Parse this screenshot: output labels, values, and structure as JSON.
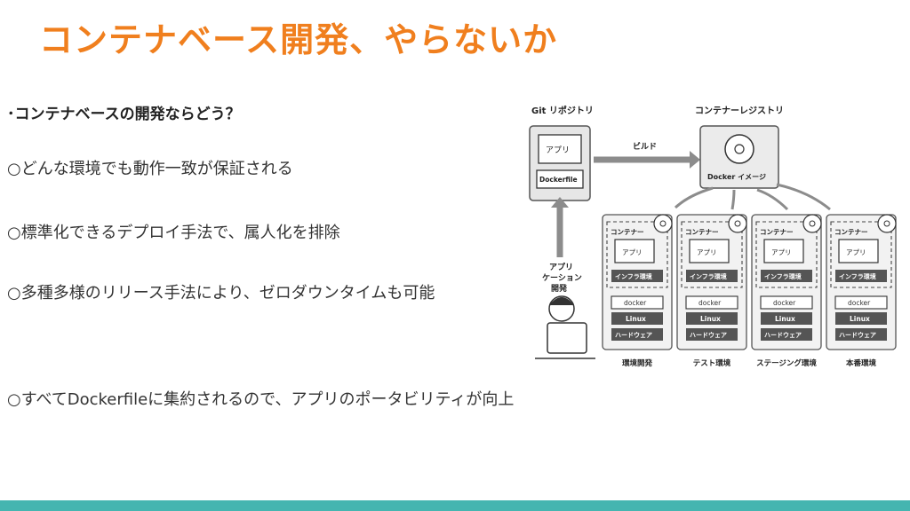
{
  "title": "コンテナベース開発、やらないか",
  "heading": "･コンテナベースの開発ならどう？",
  "bullets": [
    "○どんな環境でも動作一致が保証される",
    "○標準化できるデプロイ手法で、属人化を排除",
    "○多種多様のリリース手法により、ゼロダウンタイムも可能",
    "○すべてDockerfileに集約されるので、アプリのポータビリティが向上"
  ],
  "diagram": {
    "git_repo": "Git リポジトリ",
    "app": "アプリ",
    "dockerfile": "Dockerfile",
    "build": "ビルド",
    "registry": "コンテナーレジストリ",
    "docker_image": "Docker イメージ",
    "dev_label": "アプリ\nケーション\n開発",
    "container": "コンテナー",
    "infra": "インフラ環境",
    "docker": "docker",
    "linux": "Linux",
    "hardware": "ハードウェア",
    "environments": [
      "環境開発",
      "テスト環境",
      "ステージング環境",
      "本番環境"
    ]
  },
  "colors": {
    "title": "#f07f1e",
    "footer": "#45b5b0",
    "arrow": "#8c8c8c"
  }
}
